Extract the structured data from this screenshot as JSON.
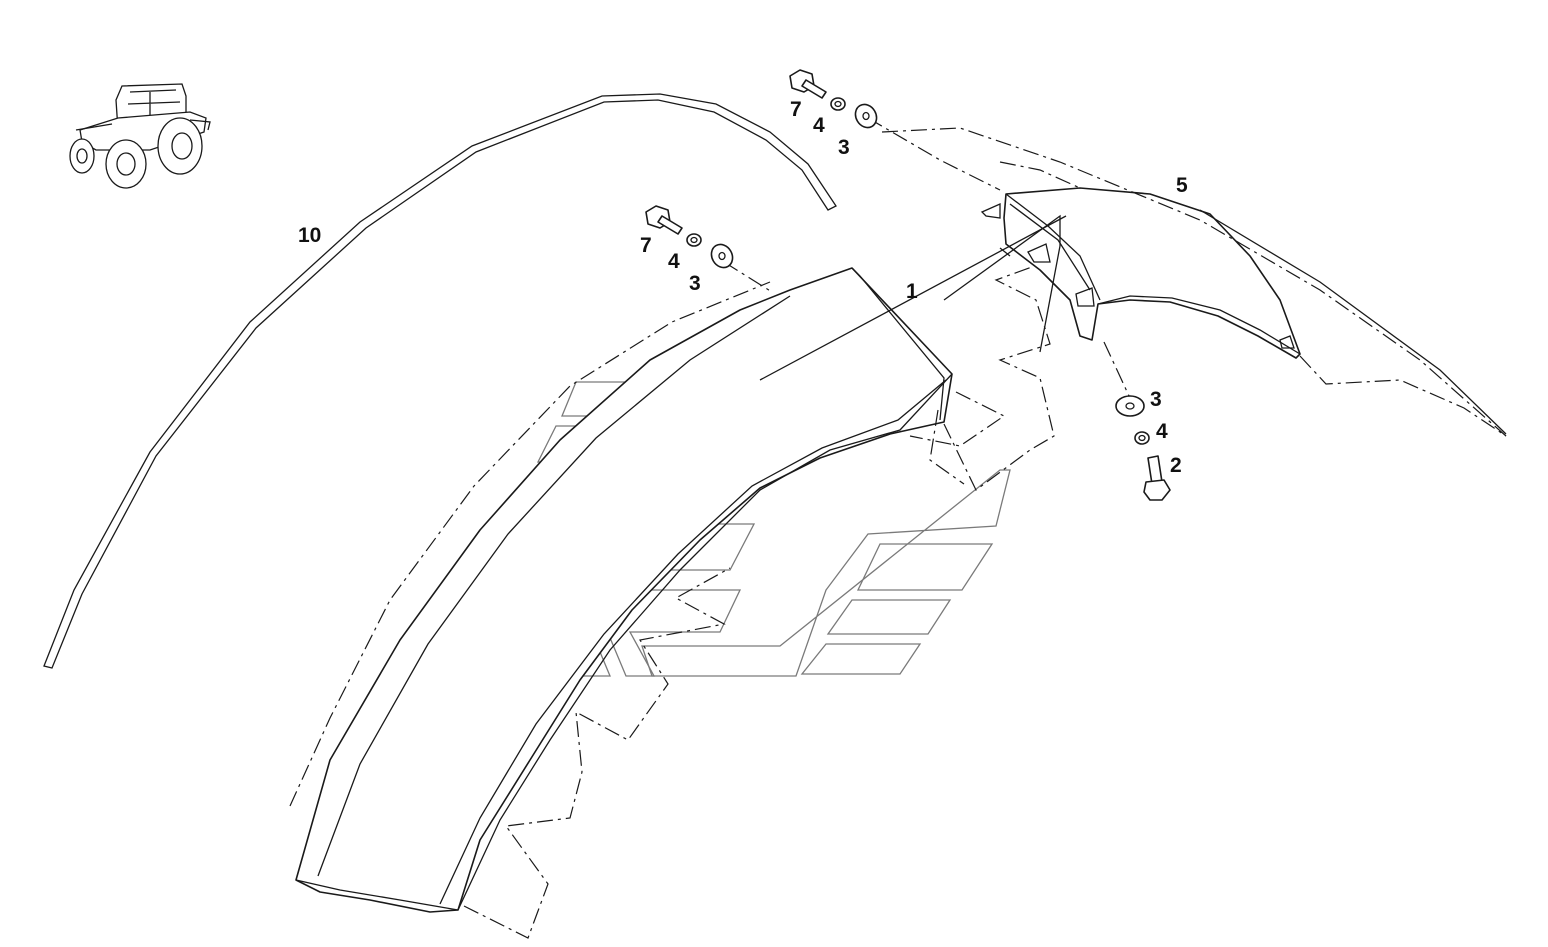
{
  "callouts": [
    {
      "id": "c7a",
      "text": "7"
    },
    {
      "id": "c4a",
      "text": "4"
    },
    {
      "id": "c3a",
      "text": "3"
    },
    {
      "id": "c5",
      "text": "5"
    },
    {
      "id": "c10",
      "text": "10"
    },
    {
      "id": "c7b",
      "text": "7"
    },
    {
      "id": "c4b",
      "text": "4"
    },
    {
      "id": "c3b",
      "text": "3"
    },
    {
      "id": "c1",
      "text": "1"
    },
    {
      "id": "c3c",
      "text": "3"
    },
    {
      "id": "c4c",
      "text": "4"
    },
    {
      "id": "c2",
      "text": "2"
    }
  ],
  "icons": {
    "tractor": "tractor-icon",
    "bolt": "hex-bolt-icon",
    "lock_washer": "lock-washer-icon",
    "flat_washer": "flat-washer-icon"
  },
  "colors": {
    "line": "#1a1a1a",
    "logo_outline": "#7a7a7a",
    "background": "#ffffff"
  }
}
